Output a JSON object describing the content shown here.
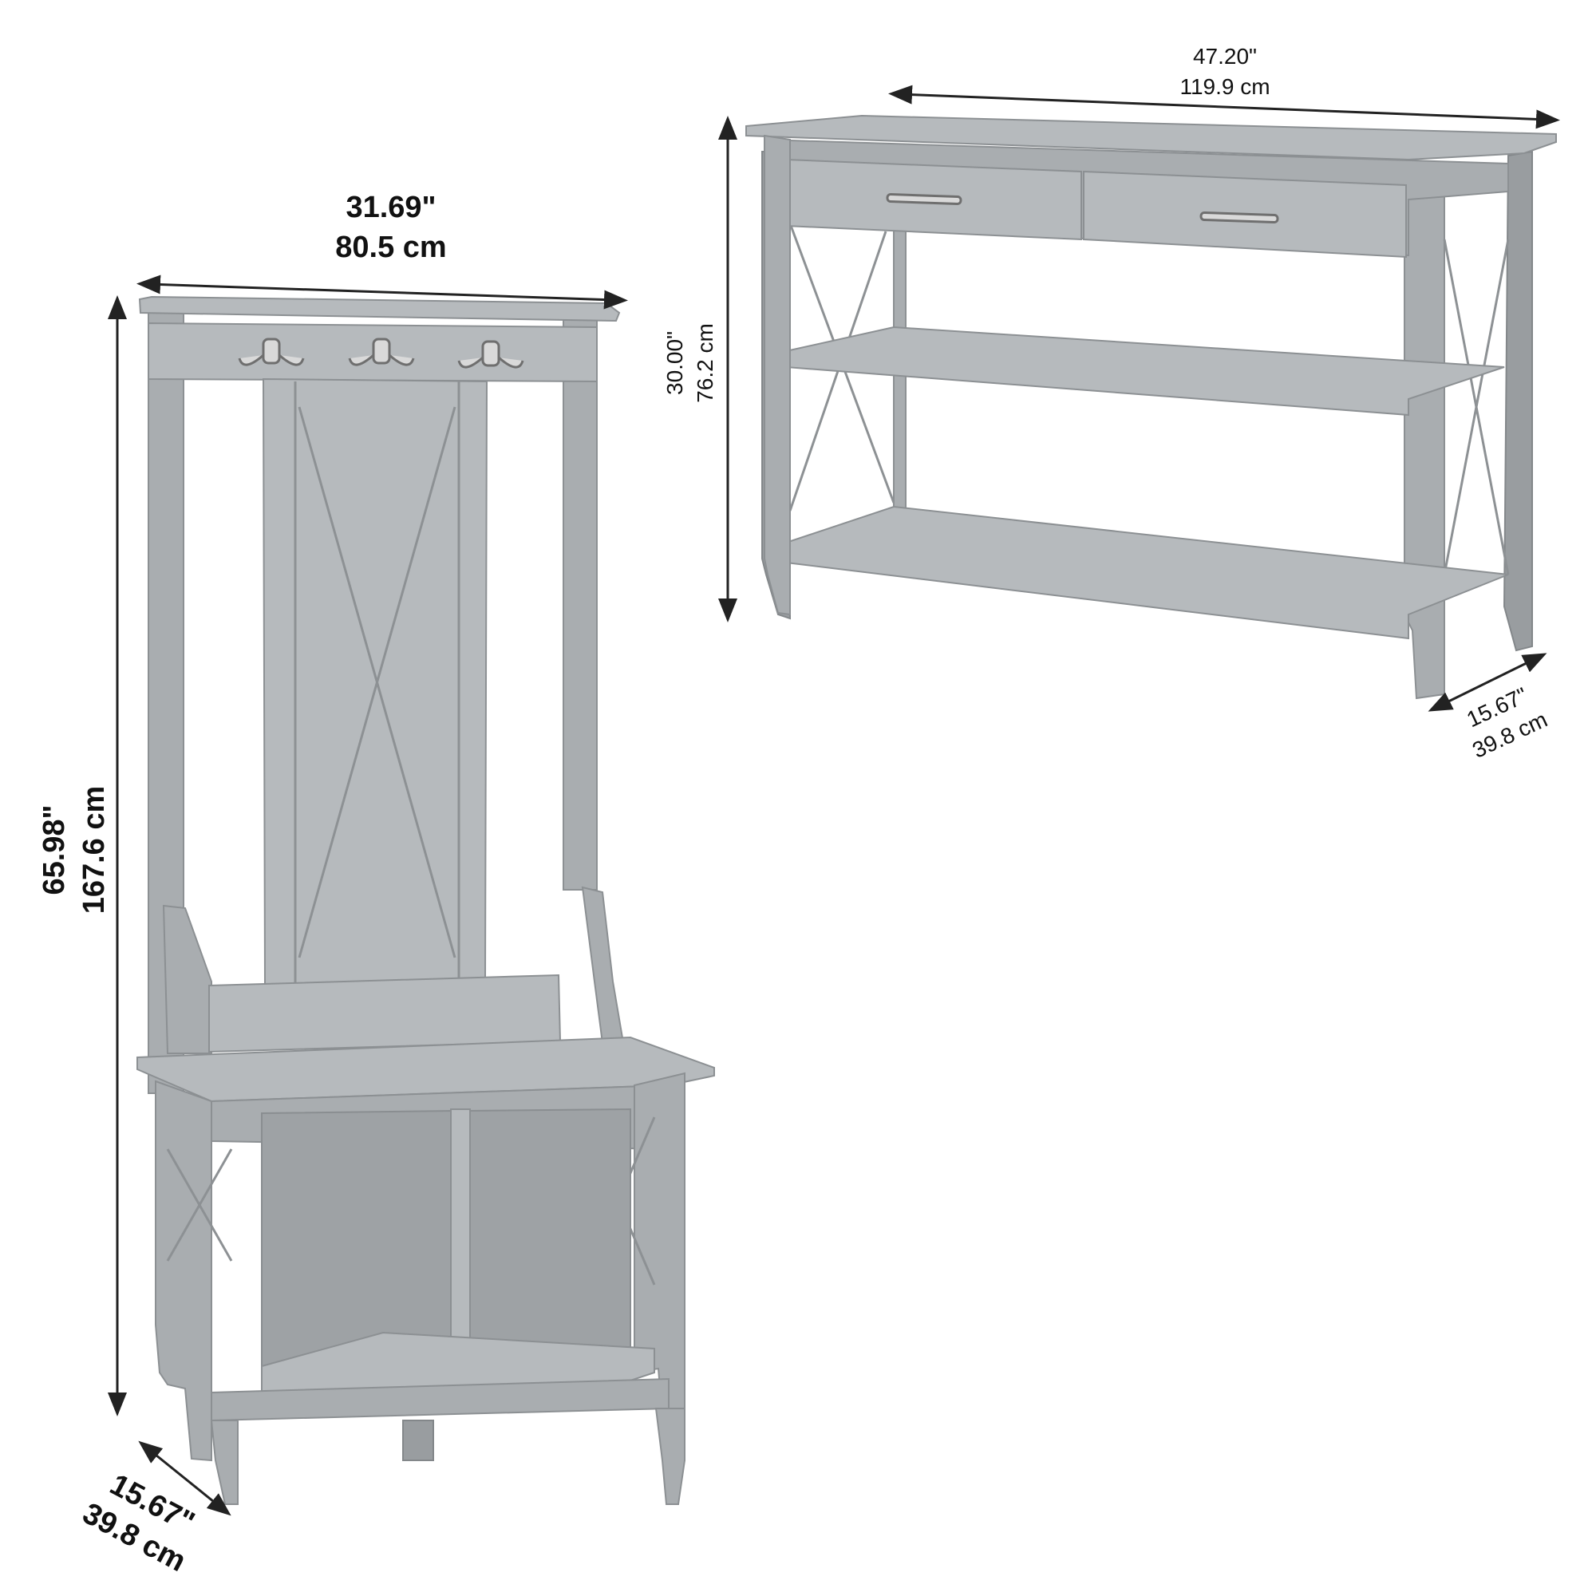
{
  "hall_tree": {
    "width_in": "31.69\"",
    "width_cm": "80.5 cm",
    "height_in": "65.98\"",
    "height_cm": "167.6 cm",
    "depth_in": "15.67\"",
    "depth_cm": "39.8 cm"
  },
  "console_table": {
    "width_in": "47.20\"",
    "width_cm": "119.9 cm",
    "height_in": "30.00\"",
    "height_cm": "76.2 cm",
    "depth_in": "15.67\"",
    "depth_cm": "39.8 cm"
  },
  "colors": {
    "finish": "#a9adb0",
    "dimension_lines": "#222222"
  }
}
